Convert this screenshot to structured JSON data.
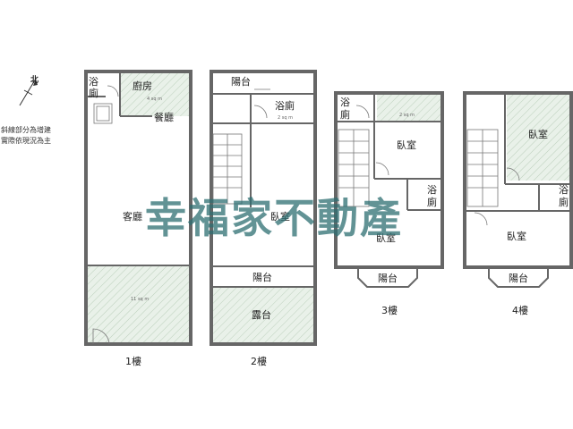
{
  "compass": {
    "north": "北"
  },
  "note": {
    "line1": "斜線部分為增建",
    "line2": "實際依現況為主"
  },
  "watermark": "幸福家不動產",
  "floors": [
    {
      "label": "1樓",
      "rooms": {
        "bath": [
          "浴",
          "廁"
        ],
        "kitchen": "廚房",
        "dining": "餐廳",
        "living": "客廳"
      },
      "areas": {
        "kitchen": "4 sq m",
        "front": "11 sq m"
      }
    },
    {
      "label": "2樓",
      "rooms": {
        "balcony_top": "陽台",
        "bath": "浴廁",
        "bedroom": "臥室",
        "balcony": "陽台",
        "terrace": "露台"
      },
      "areas": {
        "bath": "2 sq m"
      }
    },
    {
      "label": "3樓",
      "rooms": {
        "bath_top": [
          "浴",
          "廁"
        ],
        "bedroom_top": "臥室",
        "bath_mid": [
          "浴",
          "廁"
        ],
        "bedroom": "臥室",
        "balcony": "陽台"
      },
      "areas": {
        "top": "2 sq m"
      }
    },
    {
      "label": "4樓",
      "rooms": {
        "bedroom_top": "臥室",
        "bath_mid": [
          "浴",
          "廁"
        ],
        "bedroom": "臥室",
        "balcony": "陽台"
      }
    }
  ]
}
